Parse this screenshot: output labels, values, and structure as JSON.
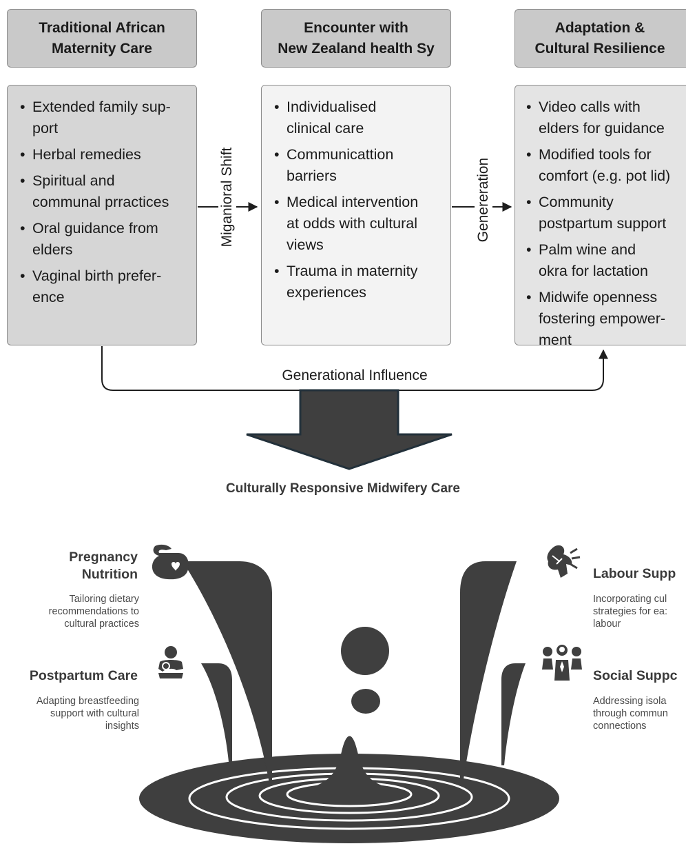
{
  "flow": {
    "columns": [
      {
        "header": [
          "Traditional African",
          "Maternity Care"
        ],
        "items": [
          "Extended family sup-\nport",
          "Herbal remedies",
          "Spiritual and\ncommunal prractices",
          "Oral guidance from\nelders",
          "Vaginal birth prefer-\nence"
        ]
      },
      {
        "header": [
          "Encounter with",
          "New Zealand health Sy"
        ],
        "items": [
          "Individualised\nclinical care",
          "Communicattion\nbarriers",
          "Medical intervention\nat odds with cultural\nviews",
          "Trauma in maternity\nexperiences"
        ]
      },
      {
        "header": [
          "Adaptation &",
          "Cultural Resilience"
        ],
        "items": [
          "Video calls with\nelders for guidance",
          "Modified tools for\ncomfort (e.g. pot lid)",
          "Community\npostpartum support",
          "Palm wine and\nokra for lactation",
          "Midwife openness\nfostering empower-\nment"
        ]
      }
    ],
    "arrow1_label": "Miganioral Shift",
    "arrow2_label": "Genereration",
    "loop_label": "Generational Influence"
  },
  "bottom": {
    "title": "Culturally Responsive Midwifery Care",
    "left": [
      {
        "heading": [
          "Pregnancy",
          "Nutrition"
        ],
        "desc": [
          "Tailoring dietary",
          "recommendations to",
          "cultural practices"
        ],
        "icon": "pregnancy-icon"
      },
      {
        "heading": [
          "Postpartum Care"
        ],
        "desc": [
          "Adapting breastfeeding",
          "support with cultural",
          "insights"
        ],
        "icon": "mother-baby-icon"
      }
    ],
    "right": [
      {
        "heading": [
          "Labour Supp"
        ],
        "desc": [
          "Incorporating cul",
          "strategies for ea:",
          "labour"
        ],
        "icon": "labour-icon"
      },
      {
        "heading": [
          "Social Suppc"
        ],
        "desc": [
          "Addressing isola",
          "through commun",
          "connections"
        ],
        "icon": "group-icon"
      }
    ]
  },
  "colors": {
    "header_fill": "#c9c9c9",
    "box1_fill": "#d6d6d6",
    "box2_fill": "#f3f3f3",
    "box3_fill": "#e4e4e4",
    "dark": "#3f3f3f"
  }
}
